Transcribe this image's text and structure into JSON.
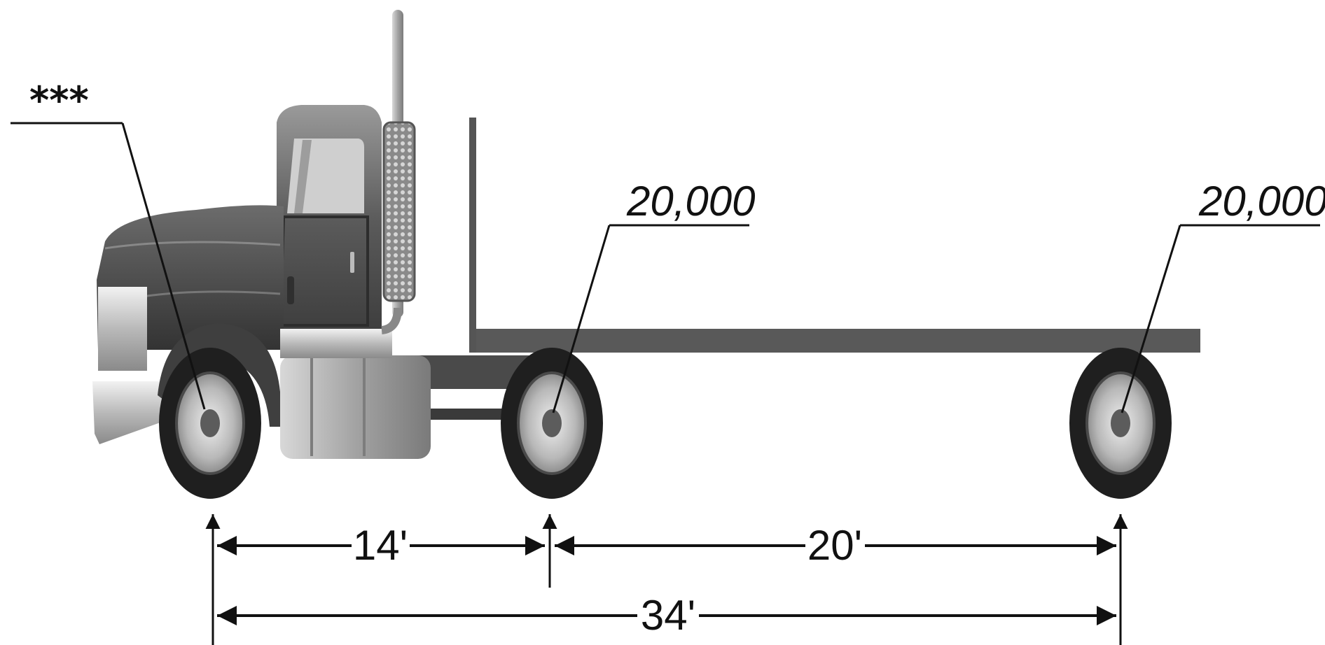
{
  "labels": {
    "front_axle_load": "***",
    "drive_axle_load": "20,000",
    "rear_axle_load": "20,000"
  },
  "dimensions": {
    "front_to_drive": "14'",
    "drive_to_rear": "20'",
    "overall": "34'"
  }
}
